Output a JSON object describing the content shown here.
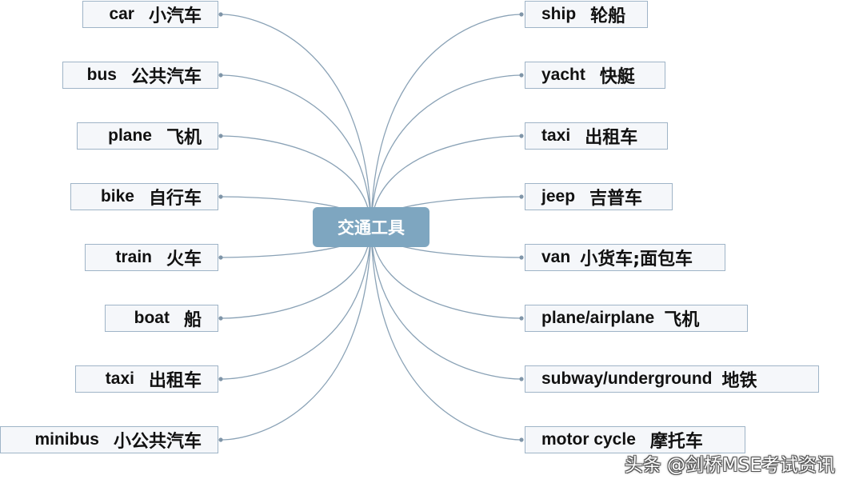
{
  "center": {
    "label": "交通工具"
  },
  "left": [
    {
      "en": "car",
      "zh": "小汽车"
    },
    {
      "en": "bus",
      "zh": "公共汽车"
    },
    {
      "en": "plane",
      "zh": "飞机"
    },
    {
      "en": "bike",
      "zh": "自行车"
    },
    {
      "en": "train",
      "zh": "火车"
    },
    {
      "en": "boat",
      "zh": "船"
    },
    {
      "en": "taxi",
      "zh": "出租车"
    },
    {
      "en": "minibus",
      "zh": "小公共汽车"
    }
  ],
  "right": [
    {
      "en": "ship",
      "zh": "轮船"
    },
    {
      "en": "yacht",
      "zh": "快艇"
    },
    {
      "en": "taxi",
      "zh": "出租车"
    },
    {
      "en": "jeep",
      "zh": "吉普车"
    },
    {
      "en": "van",
      "zh": "小货车;面包车"
    },
    {
      "en": "plane/airplane",
      "zh": "飞机"
    },
    {
      "en": "subway/underground",
      "zh": "地铁"
    },
    {
      "en": "motor cycle",
      "zh": "摩托车"
    }
  ],
  "watermark": "头条 @剑桥MSE考试资讯",
  "colors": {
    "center_fill": "#7ea6c0",
    "node_fill": "#f5f7fa",
    "node_border": "#9fb4c7",
    "link": "#8aa2b6"
  }
}
